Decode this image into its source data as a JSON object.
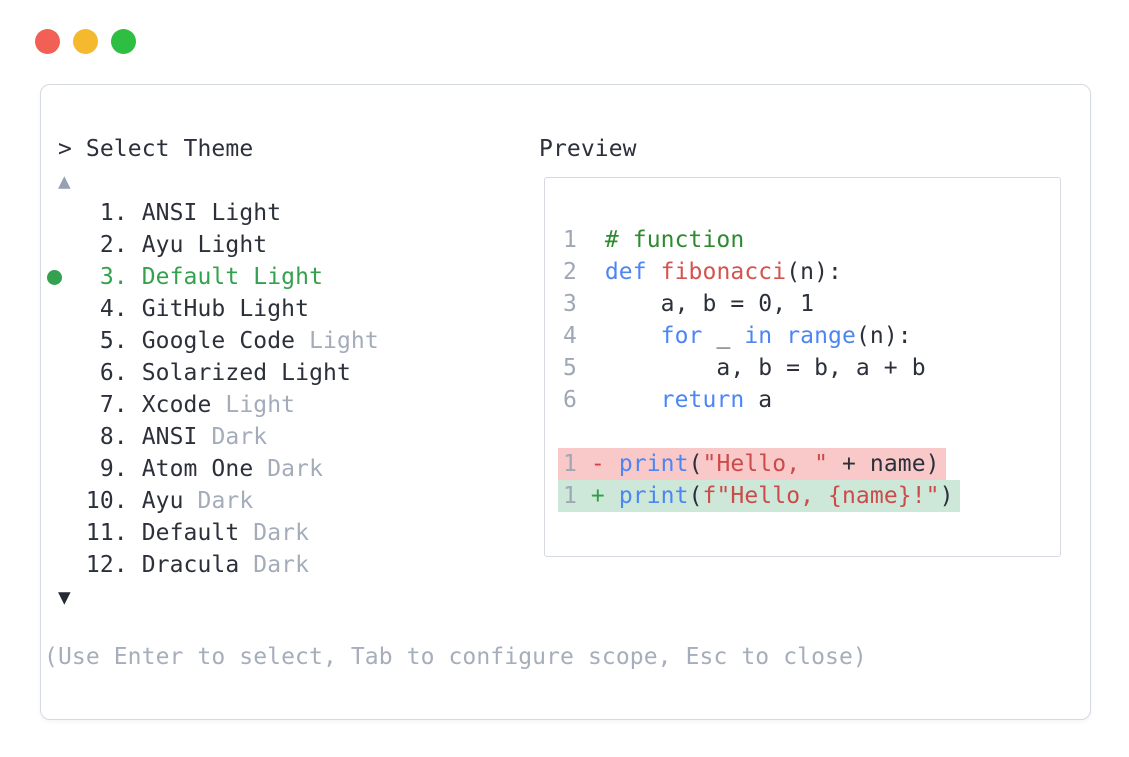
{
  "window": {
    "traffic_lights": [
      {
        "name": "close",
        "color": "#f15f55"
      },
      {
        "name": "minimize",
        "color": "#f5b92e"
      },
      {
        "name": "zoom",
        "color": "#2ebe41"
      }
    ]
  },
  "colors": {
    "selected_green": "#34a14e",
    "muted_gray": "#a4acba",
    "panel_border": "#d5d9e0",
    "keyword_blue": "#4c86f5",
    "comment_green": "#2e8a2f",
    "string_red": "#cc4b4a",
    "function_red": "#d5534f",
    "diff_del_bg": "#f8c9c8",
    "diff_add_bg": "#cde8d8"
  },
  "theme_picker": {
    "prompt": "> ",
    "title": "Select Theme",
    "scroll_up_indicator": "▲",
    "scroll_down_indicator": "▼",
    "selected_number": "3.",
    "items": [
      {
        "number": "1.",
        "name": "ANSI",
        "variant": "Light",
        "variant_muted": false,
        "selected": false
      },
      {
        "number": "2.",
        "name": "Ayu",
        "variant": "Light",
        "variant_muted": false,
        "selected": false
      },
      {
        "number": "3.",
        "name": "Default",
        "variant": "Light",
        "variant_muted": false,
        "selected": true
      },
      {
        "number": "4.",
        "name": "GitHub",
        "variant": "Light",
        "variant_muted": false,
        "selected": false
      },
      {
        "number": "5.",
        "name": "Google Code",
        "variant": "Light",
        "variant_muted": true,
        "selected": false
      },
      {
        "number": "6.",
        "name": "Solarized",
        "variant": "Light",
        "variant_muted": false,
        "selected": false
      },
      {
        "number": "7.",
        "name": "Xcode",
        "variant": "Light",
        "variant_muted": true,
        "selected": false
      },
      {
        "number": "8.",
        "name": "ANSI",
        "variant": "Dark",
        "variant_muted": true,
        "selected": false
      },
      {
        "number": "9.",
        "name": "Atom One",
        "variant": "Dark",
        "variant_muted": true,
        "selected": false
      },
      {
        "number": "10.",
        "name": "Ayu",
        "variant": "Dark",
        "variant_muted": true,
        "selected": false
      },
      {
        "number": "11.",
        "name": "Default",
        "variant": "Dark",
        "variant_muted": true,
        "selected": false
      },
      {
        "number": "12.",
        "name": "Dracula",
        "variant": "Dark",
        "variant_muted": true,
        "selected": false
      }
    ],
    "footer_hint": "(Use Enter to select, Tab to configure scope, Esc to close)"
  },
  "preview": {
    "label": "Preview",
    "code_lines": [
      {
        "diff": null,
        "tokens": [
          {
            "t": "1",
            "c": "ln"
          },
          {
            "t": "  ",
            "c": "plain"
          },
          {
            "t": "# function",
            "c": "comment"
          }
        ]
      },
      {
        "diff": null,
        "tokens": [
          {
            "t": "2",
            "c": "ln"
          },
          {
            "t": "  ",
            "c": "plain"
          },
          {
            "t": "def",
            "c": "kw"
          },
          {
            "t": " ",
            "c": "plain"
          },
          {
            "t": "fibonacci",
            "c": "fn"
          },
          {
            "t": "(n):",
            "c": "plain"
          }
        ]
      },
      {
        "diff": null,
        "tokens": [
          {
            "t": "3",
            "c": "ln"
          },
          {
            "t": "  ",
            "c": "plain"
          },
          {
            "t": "    a, b = 0, 1",
            "c": "plain"
          }
        ]
      },
      {
        "diff": null,
        "tokens": [
          {
            "t": "4",
            "c": "ln"
          },
          {
            "t": "  ",
            "c": "plain"
          },
          {
            "t": "    ",
            "c": "plain"
          },
          {
            "t": "for",
            "c": "kw"
          },
          {
            "t": " _ ",
            "c": "plain"
          },
          {
            "t": "in",
            "c": "kw"
          },
          {
            "t": " ",
            "c": "plain"
          },
          {
            "t": "range",
            "c": "kw"
          },
          {
            "t": "(n):",
            "c": "plain"
          }
        ]
      },
      {
        "diff": null,
        "tokens": [
          {
            "t": "5",
            "c": "ln"
          },
          {
            "t": "  ",
            "c": "plain"
          },
          {
            "t": "        a, b = b, a + b",
            "c": "plain"
          }
        ]
      },
      {
        "diff": null,
        "tokens": [
          {
            "t": "6",
            "c": "ln"
          },
          {
            "t": "  ",
            "c": "plain"
          },
          {
            "t": "    ",
            "c": "plain"
          },
          {
            "t": "return",
            "c": "kw"
          },
          {
            "t": " a",
            "c": "plain"
          }
        ]
      },
      {
        "diff": null,
        "tokens": []
      },
      {
        "diff": "del",
        "tokens": [
          {
            "t": "1",
            "c": "ln"
          },
          {
            "t": " ",
            "c": "plain"
          },
          {
            "t": "-",
            "c": "minus"
          },
          {
            "t": " ",
            "c": "plain"
          },
          {
            "t": "print",
            "c": "kw"
          },
          {
            "t": "(",
            "c": "plain"
          },
          {
            "t": "\"Hello, \"",
            "c": "str"
          },
          {
            "t": " + name)",
            "c": "plain"
          }
        ]
      },
      {
        "diff": "add",
        "tokens": [
          {
            "t": "1",
            "c": "ln"
          },
          {
            "t": " ",
            "c": "plain"
          },
          {
            "t": "+",
            "c": "plus"
          },
          {
            "t": " ",
            "c": "plain"
          },
          {
            "t": "print",
            "c": "kw"
          },
          {
            "t": "(",
            "c": "plain"
          },
          {
            "t": "f\"Hello, {name}!\"",
            "c": "str"
          },
          {
            "t": ")",
            "c": "plain"
          }
        ]
      }
    ]
  }
}
